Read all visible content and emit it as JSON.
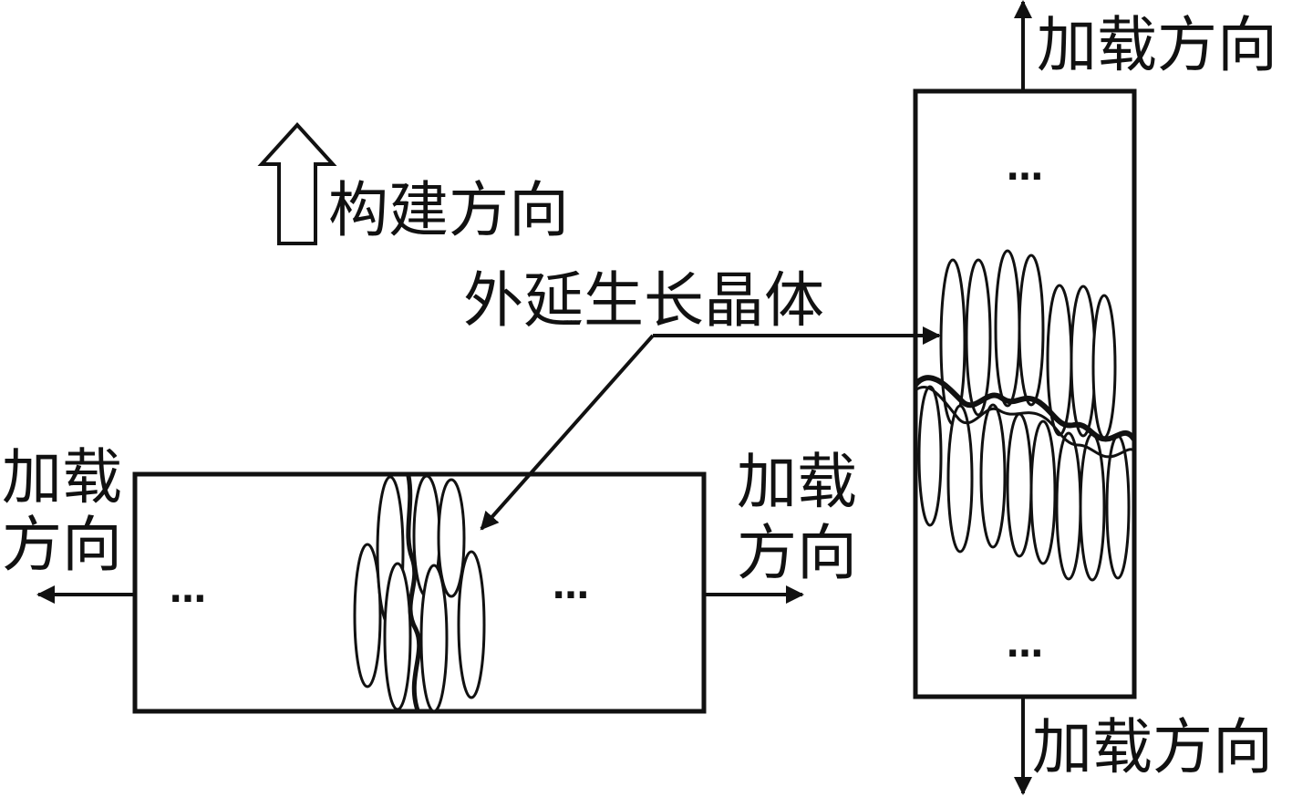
{
  "labels": {
    "build_direction": "构建方向",
    "epitaxial_growth_crystal": "外延生长晶体",
    "load_direction": "加载方向",
    "load_line_1": "加载",
    "load_line_2": "方向",
    "continuation": "…"
  },
  "colors": {
    "stroke": "#111111",
    "background": "#ffffff"
  }
}
